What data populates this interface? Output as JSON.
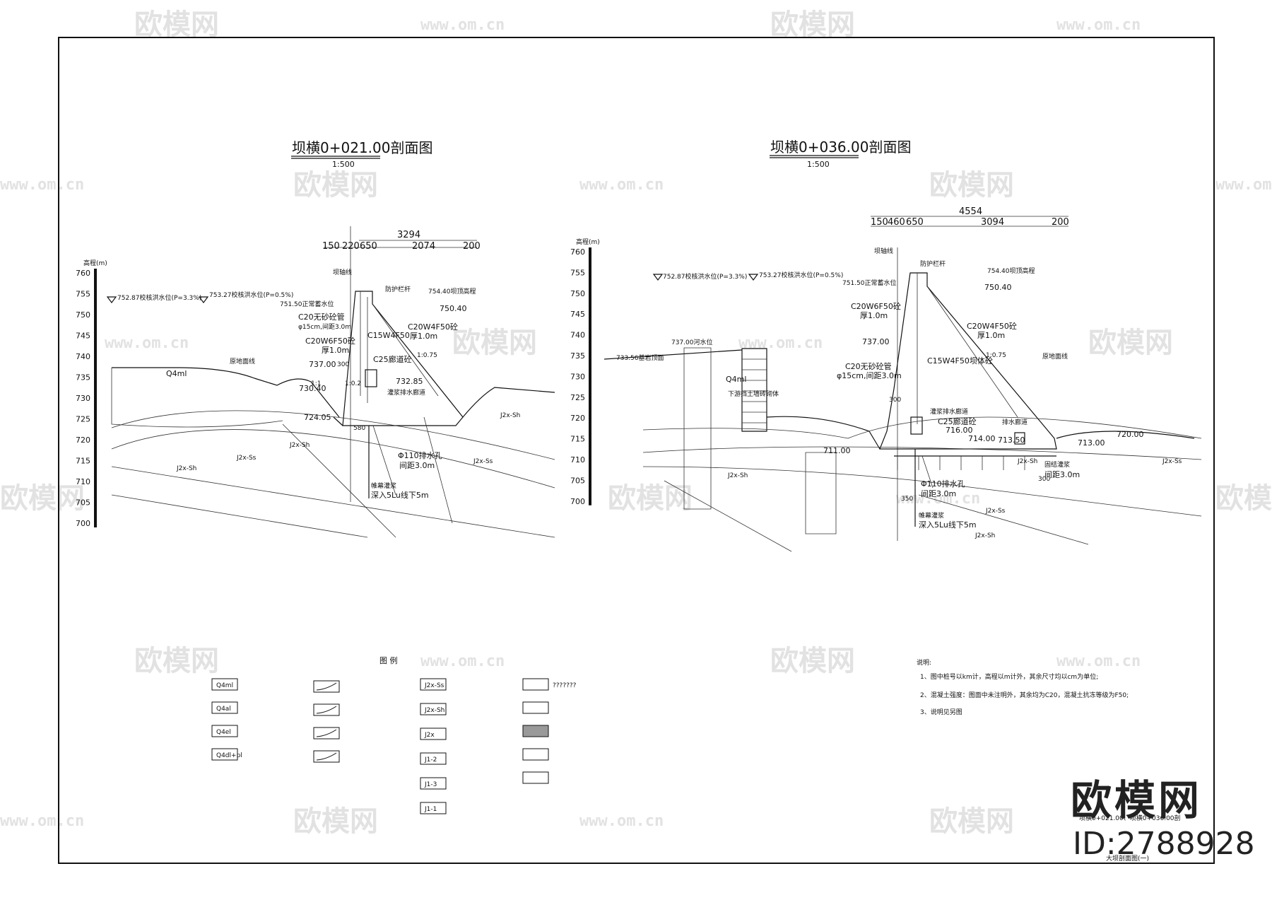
{
  "watermark": {
    "logo": "欧模网",
    "url": "www.om.cn"
  },
  "brand": {
    "name": "欧模网",
    "id": "ID:2788928"
  },
  "left_section": {
    "title": "坝横0+021.00剖面图",
    "scale": "1:500",
    "axis_label": "高程(m)",
    "axis_ticks": [
      "760",
      "755",
      "750",
      "745",
      "740",
      "735",
      "730",
      "725",
      "720",
      "715",
      "710",
      "705",
      "700"
    ],
    "dims": {
      "total": "3294",
      "a": "150",
      "b": "220",
      "c": "650",
      "d": "2074",
      "e": "200"
    },
    "labels": {
      "check_flood": "752.87校核洪水位(P=3.3%)",
      "design_flood": "753.27校核洪水位(P=0.5%)",
      "normal": "751.50正常蓄水位",
      "crest": "754.40坝顶高程",
      "e750": "750.40",
      "drain_pipe": "C20无砂砼管",
      "drain_spec": "φ15cm,间距3.0m",
      "c15": "C15W4F50",
      "c20w6": "C20W6F50砼",
      "thick1": "厚1.0m",
      "c20w4": "C20W4F50砼",
      "thick2": "厚1.0m",
      "e737": "737.00",
      "c25": "C25廊道砼",
      "e732": "732.85",
      "e730": "730.40",
      "e724": "724.05",
      "drill": "Φ110排水孔",
      "drill_spacing": "间距3.0m",
      "grout": "帷幕灌浆",
      "grout_spec": "深入5Lu线下5m",
      "q4": "Q4ml",
      "gallery": "灌浆排水廊道",
      "rail": "防护栏杆",
      "axis": "坝轴线",
      "dim_300": "300",
      "dim_580": "580",
      "slope1": "1:0.2",
      "slope2": "1:0.75",
      "slope3": "1:1",
      "rock1": "J2x-Ss",
      "rock2": "J2x-Sh",
      "cover": "原地面线"
    }
  },
  "right_section": {
    "title": "坝横0+036.00剖面图",
    "scale": "1:500",
    "axis_label": "高程(m)",
    "axis_ticks": [
      "760",
      "755",
      "750",
      "745",
      "740",
      "735",
      "730",
      "725",
      "720",
      "715",
      "710",
      "705",
      "700"
    ],
    "dims": {
      "total": "4554",
      "a": "150",
      "b": "460",
      "c": "650",
      "d": "3094",
      "e": "200"
    },
    "labels": {
      "check_flood": "752.87校核洪水位(P=3.3%)",
      "design_flood": "753.27校核洪水位(P=0.5%)",
      "normal": "751.50正常蓄水位",
      "crest": "754.40坝顶高程",
      "e750": "750.40",
      "c20w6": "C20W6F50砼",
      "thick1": "厚1.0m",
      "e737": "737.00",
      "c20w4": "C20W4F50砼",
      "thick2": "厚1.0m",
      "c15": "C15W4F50坝体砼",
      "e737b": "737.00河水位",
      "e733": "733.56基岩顶面",
      "drain_pipe": "C20无砂砼管",
      "drain_spec": "φ15cm,间距3.0m",
      "q4": "Q4ml",
      "downstream": "下游挡土墙砖砌体",
      "c25": "C25廊道砼",
      "e716": "716.00",
      "e714": "714.00",
      "e713_5": "713.50",
      "e713": "713.00",
      "e711": "711.00",
      "e720": "720.00",
      "drill": "Φ110排水孔",
      "drill_spacing": "间距3.0m",
      "grout": "帷幕灌浆",
      "grout_spec": "深入5Lu线下5m",
      "bottom_grout": "固结灌浆",
      "bottom_spacing": "间距3.0m",
      "dim_300": "300",
      "dim_350": "350",
      "slope": "1:0.75",
      "rock1": "J2x-Sh",
      "rock2": "J2x-Ss",
      "rock3": "J2x-Sh",
      "rail": "防护栏杆",
      "axis": "坝轴线",
      "gallery": "灌浆排水廊道",
      "drain_gallery": "排水廊道",
      "cover": "原地面线"
    }
  },
  "legend": {
    "title": "图  例",
    "items": [
      "Q4ml",
      "Q4al",
      "Q4el",
      "Q4dl+pl",
      "J2x-Ss",
      "J2x-Sh",
      "J2x",
      "J1-2",
      "J1-3",
      "J1-1",
      "???????"
    ]
  },
  "notes": {
    "title": "说明:",
    "lines": [
      "1、图中桩号以km计，高程以m计外，其余尺寸均以cm为单位;",
      "2、混凝土强度：图面中未注明外，其余均为C20，混凝土抗冻等级为F50;",
      "3、说明见另图"
    ]
  },
  "titleblock": {
    "line1": "坝横0+021.00、坝横0+036.00剖",
    "line2": "大坝剖面图(一)"
  }
}
